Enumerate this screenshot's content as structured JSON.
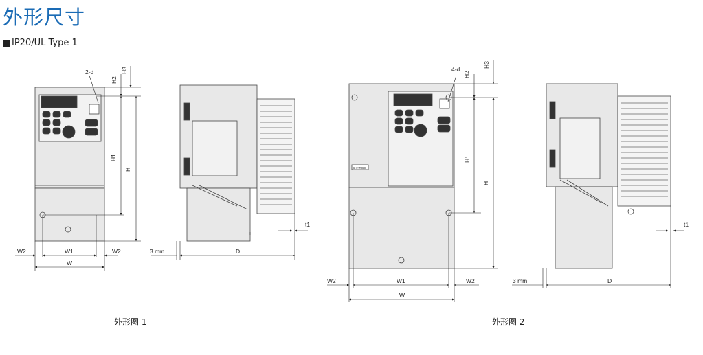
{
  "title": "外形尺寸",
  "subtitle": "IP20/UL Type 1",
  "figure1": {
    "caption": "外形图 1",
    "labels": {
      "hole": "2-d",
      "h1": "H1",
      "h": "H",
      "h2": "H2",
      "h3": "H3",
      "w": "W",
      "w1": "W1",
      "w2": "W2",
      "d": "D",
      "clearance": "3 mm",
      "t1": "t1"
    }
  },
  "figure2": {
    "caption": "外形图 2",
    "labels": {
      "hole": "4-d",
      "h1": "H1",
      "h": "H",
      "h2": "H2",
      "h3": "H3",
      "w": "W",
      "w1": "W1",
      "w2": "W2",
      "d": "D",
      "clearance": "3 mm",
      "t1": "t1",
      "charge": "CHARGE"
    }
  },
  "colors": {
    "title": "#1a6bb5",
    "panel": "#e6e6e6",
    "keypad": "#333333"
  }
}
